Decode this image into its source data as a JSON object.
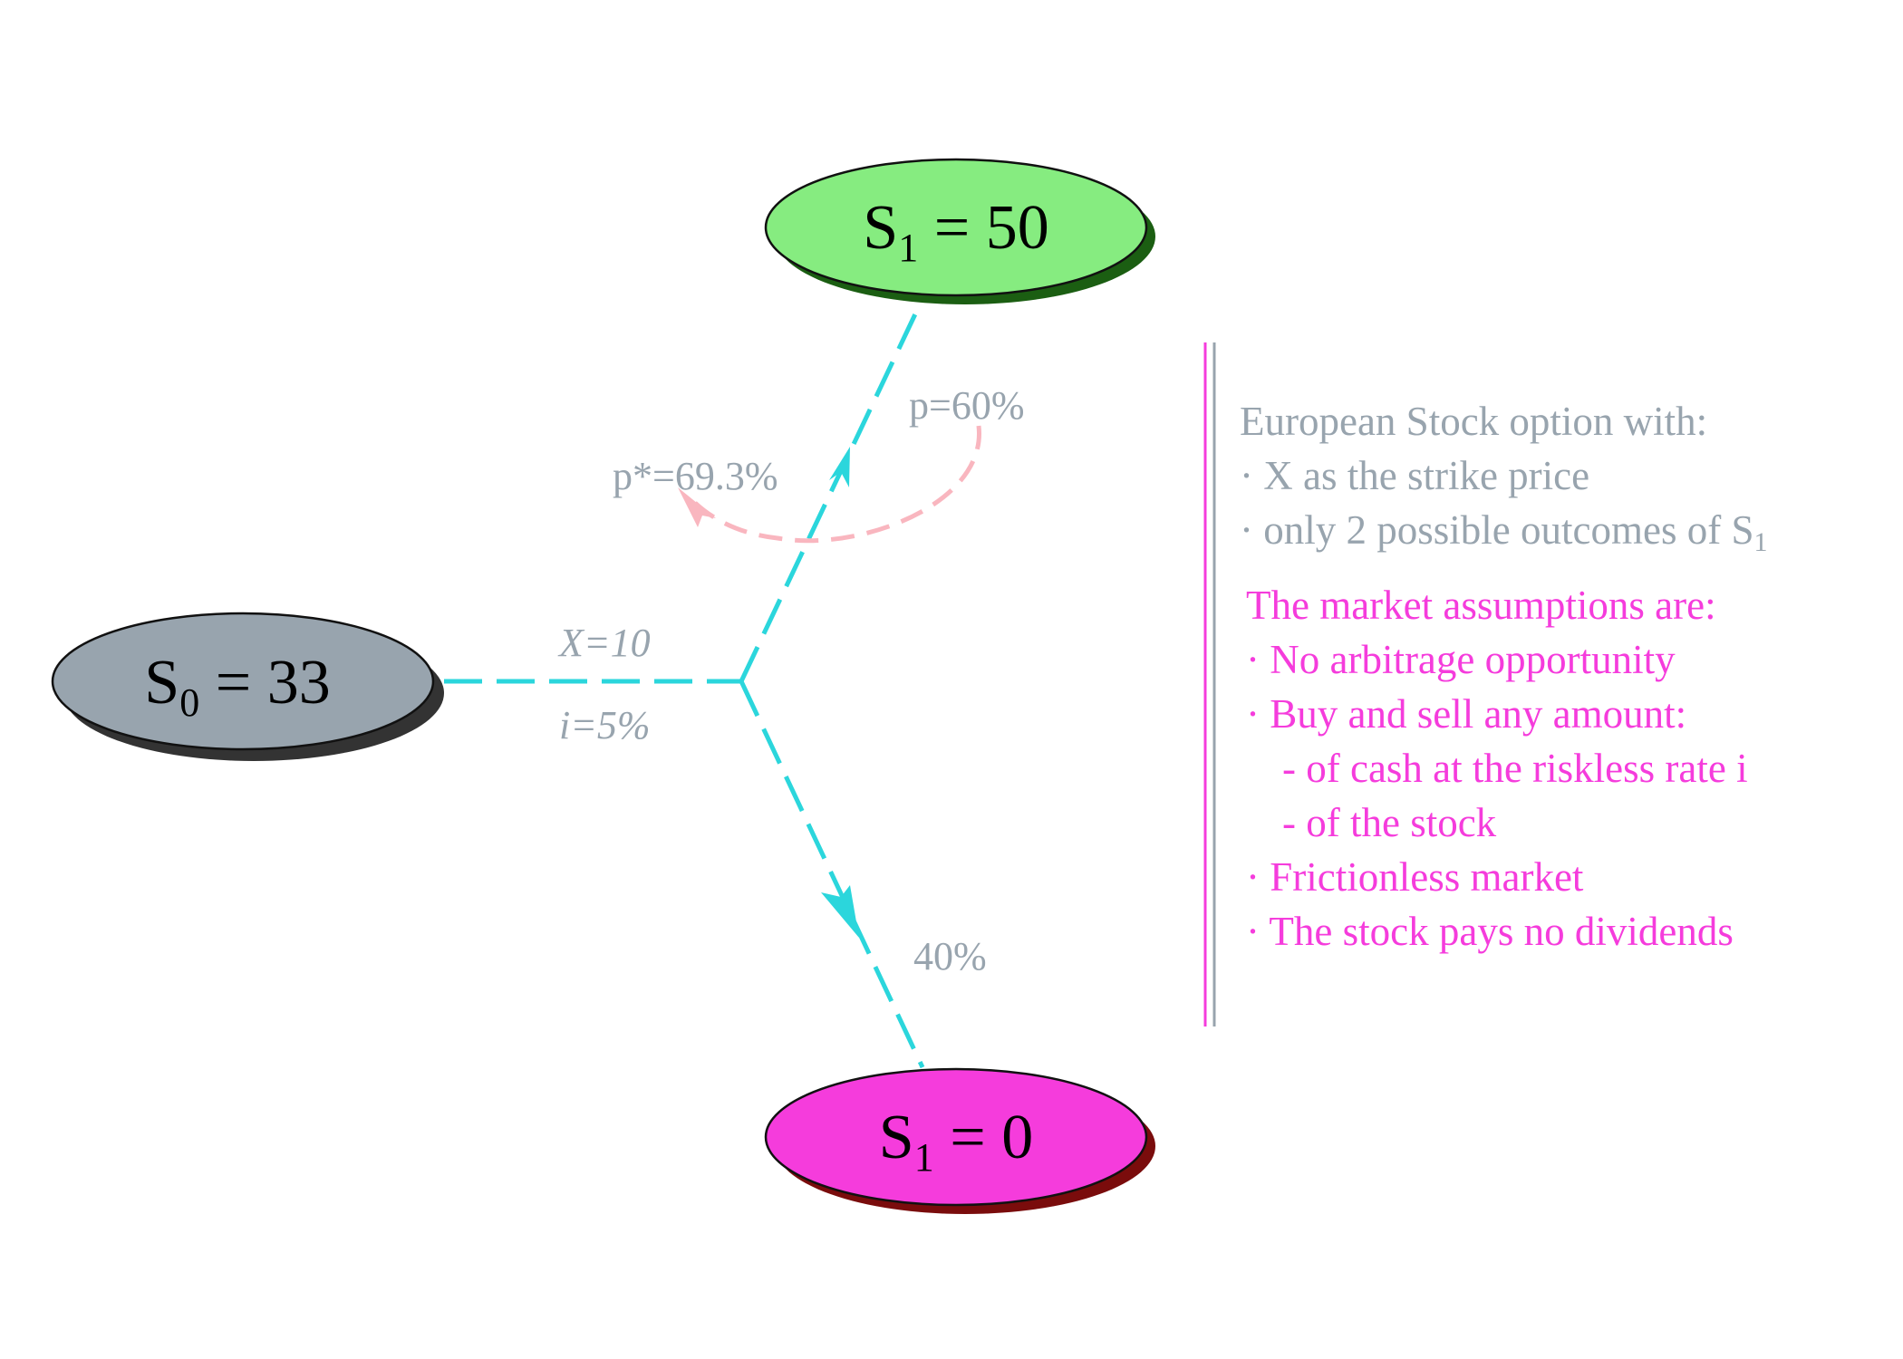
{
  "nodes": {
    "root": {
      "symbol": "S",
      "subscript": "0",
      "rest": " = 33",
      "fill": "#98a4ae",
      "shadow": "#333333"
    },
    "up": {
      "symbol": "S",
      "subscript": "1",
      "rest": " = 50",
      "fill": "#86ec80",
      "shadow": "#1b5e12"
    },
    "down": {
      "symbol": "S",
      "subscript": "1",
      "rest": " = 0",
      "fill": "#f53cdc",
      "shadow": "#7a0c0c"
    }
  },
  "labels": {
    "strike": "X=10",
    "rate": "i=5%",
    "p_real": "p=60%",
    "p_star": "p*=69.3%",
    "p_down": "40%"
  },
  "notes": {
    "option_lines": [
      "European Stock option with:",
      "· X as the strike price",
      "· only 2 possible outcomes of S"
    ],
    "option_last_sub": "1",
    "assumption_lines": [
      "The market assumptions are:",
      "· No arbitrage opportunity",
      "· Buy and sell any amount:",
      "- of cash at the riskless rate i",
      "- of the stock",
      "· Frictionless market",
      "· The stock pays no dividends"
    ]
  },
  "colors": {
    "edge": "#2bd6dc",
    "curve": "#f9b6bf",
    "muted_text": "#98a4ae",
    "accent_text": "#f53cdc",
    "divider_gray": "#98a4ae",
    "divider_pink": "#f53cdc"
  }
}
